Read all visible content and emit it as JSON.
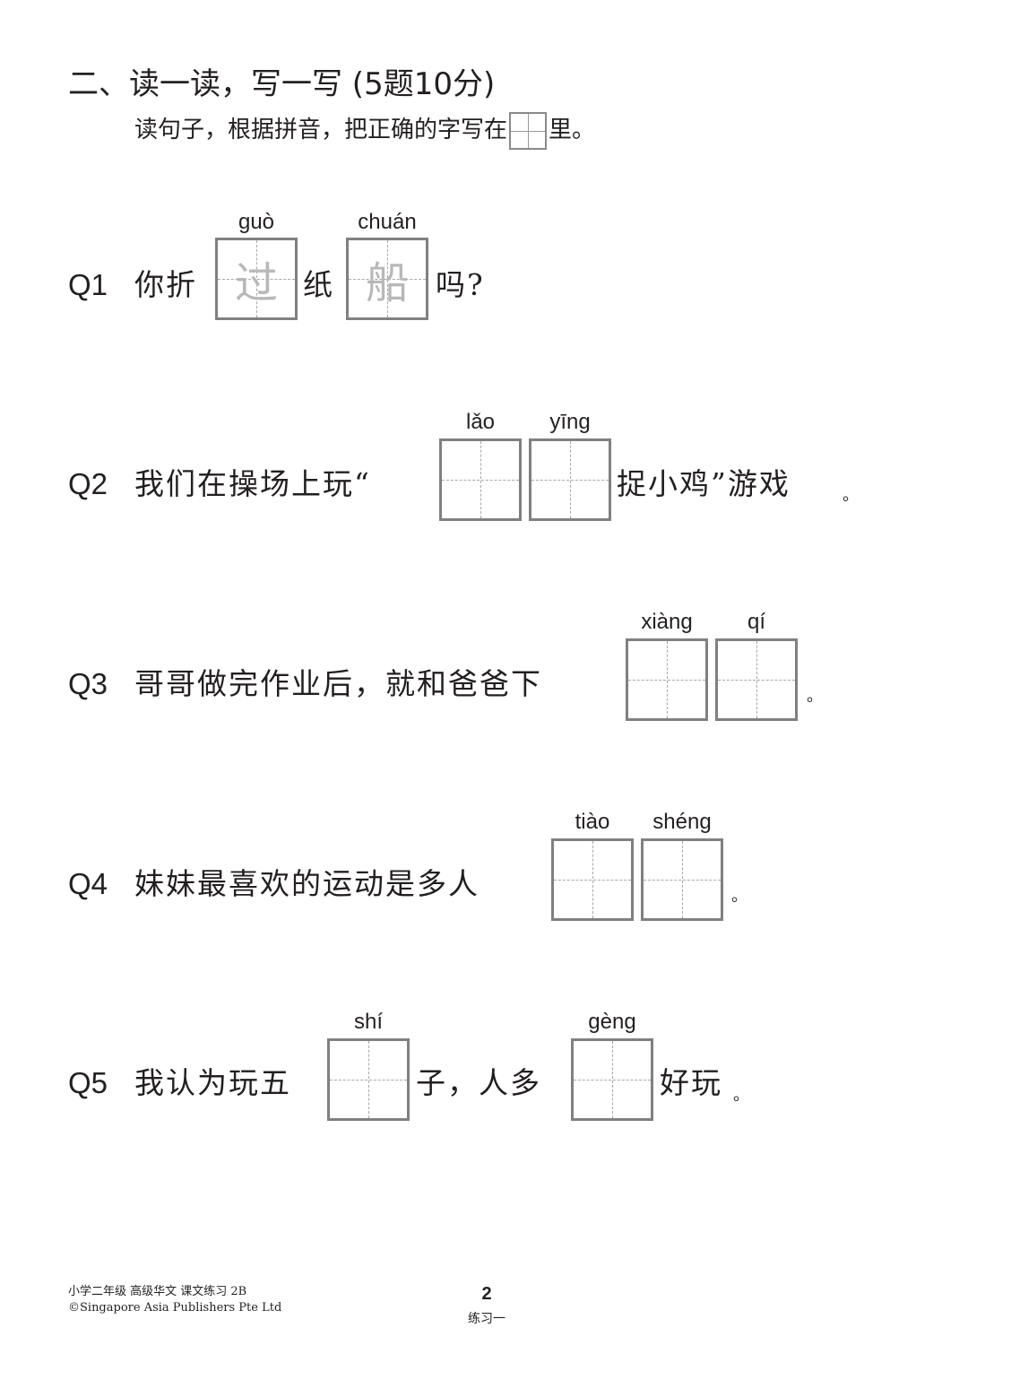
{
  "section": {
    "title": "二、读一读，写一写 (5题10分)",
    "instruction_before": "读句子，根据拼音，把正确的字写在",
    "instruction_after": "里。"
  },
  "questions": [
    {
      "number": "Q1",
      "segments": [
        "你折",
        "纸",
        "吗?"
      ],
      "boxes": [
        {
          "pinyin": "guò",
          "answer": "过"
        },
        {
          "pinyin": "chuán",
          "answer": "船"
        }
      ]
    },
    {
      "number": "Q2",
      "segments": [
        "我们在操场上玩“",
        "捉小鸡”游戏",
        "。"
      ],
      "boxes": [
        {
          "pinyin": "lǎo",
          "answer": ""
        },
        {
          "pinyin": "yīng",
          "answer": ""
        }
      ]
    },
    {
      "number": "Q3",
      "segments": [
        "哥哥做完作业后，就和爸爸下",
        "。"
      ],
      "boxes": [
        {
          "pinyin": "xiàng",
          "answer": ""
        },
        {
          "pinyin": "qí",
          "answer": ""
        }
      ]
    },
    {
      "number": "Q4",
      "segments": [
        "妹妹最喜欢的运动是多人",
        "。"
      ],
      "boxes": [
        {
          "pinyin": "tiào",
          "answer": ""
        },
        {
          "pinyin": "shéng",
          "answer": ""
        }
      ]
    },
    {
      "number": "Q5",
      "segments": [
        "我认为玩五",
        "子，人多",
        "好玩",
        "。"
      ],
      "boxes": [
        {
          "pinyin": "shí",
          "answer": ""
        },
        {
          "pinyin": "gèng",
          "answer": ""
        }
      ]
    }
  ],
  "footer": {
    "book_title": "小学二年级 高级华文 课文练习 2B",
    "copyright": "©Singapore Asia Publishers Pte Ltd",
    "page_number": "2",
    "exercise_label": "练习一"
  }
}
